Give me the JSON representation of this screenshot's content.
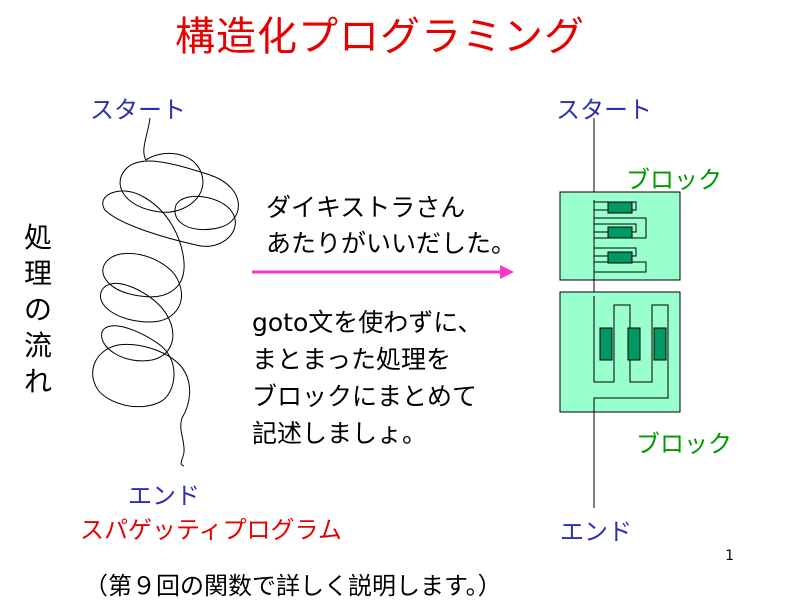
{
  "title": "構造化プログラミング",
  "left": {
    "start_label": "スタート",
    "end_label": "エンド",
    "spaghetti_label": "スパゲッティプログラム",
    "vertical_label": [
      "処",
      "理",
      "の",
      "流",
      "れ"
    ]
  },
  "middle": {
    "credit_lines": [
      "ダイキストラさん",
      "あたりがいいだした。"
    ],
    "explanation_lines": [
      "goto文を使わずに、",
      "まとまった処理を",
      "ブロックにまとめて",
      "記述しましょ。"
    ]
  },
  "right": {
    "start_label": "スタート",
    "end_label": "エンド",
    "block_label_top": "ブロック",
    "block_label_bottom": "ブロック"
  },
  "page_number": "1",
  "footer": "（第９回の関数で詳しく説明します。）",
  "colors": {
    "title": "#e60000",
    "label_blue": "#2f2fb3",
    "label_green": "#009900",
    "arrow": "#ff33cc",
    "block_fill": "#99ffcc",
    "inner_fill": "#009966"
  }
}
